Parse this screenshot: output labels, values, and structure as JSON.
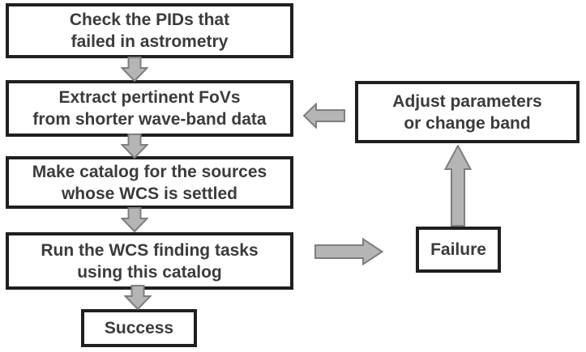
{
  "colors": {
    "background": "#ffffff",
    "box_border": "#1f1f1f",
    "text": "#3b3b3b",
    "arrow_fill": "#b5b5b5",
    "arrow_stroke": "#7e7e7e"
  },
  "nodes": {
    "check_pids": {
      "line1": "Check the PIDs that",
      "line2": "failed in astrometry"
    },
    "extract_fovs": {
      "line1": "Extract pertinent FoVs",
      "line2": "from shorter wave-band data"
    },
    "make_catalog": {
      "line1": "Make catalog for the sources",
      "line2": "whose WCS is settled"
    },
    "run_wcs": {
      "line1": "Run the WCS finding tasks",
      "line2": "using this catalog"
    },
    "success": {
      "label": "Success"
    },
    "failure": {
      "label": "Failure"
    },
    "adjust_parameters": {
      "line1": "Adjust parameters",
      "line2": "or change band"
    }
  }
}
